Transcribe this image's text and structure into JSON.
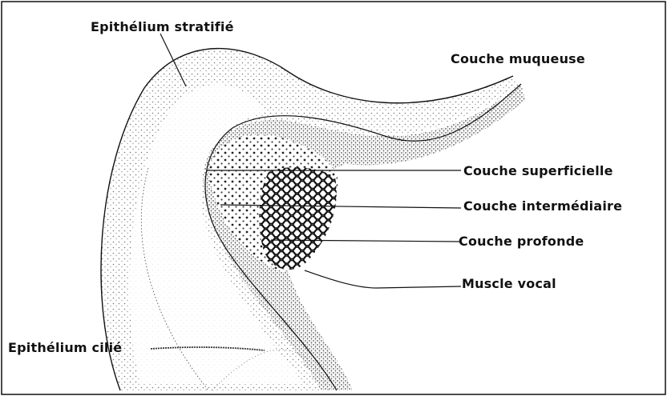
{
  "labels": {
    "epithelium_stratifie": "Epithélium stratifié",
    "couche_muqueuse": "Couche muqueuse",
    "couche_superficielle": "Couche superficielle",
    "couche_intermediaire": "Couche intermédiaire",
    "couche_profonde": "Couche profonde",
    "muscle_vocal": "Muscle vocal",
    "epithelium_cilie": "Epithélium cilié"
  },
  "colors": {
    "ink": "#111111",
    "stipple": "#6f6f6f",
    "dense_stipple": "#3a3a3a",
    "background": "#ffffff"
  }
}
